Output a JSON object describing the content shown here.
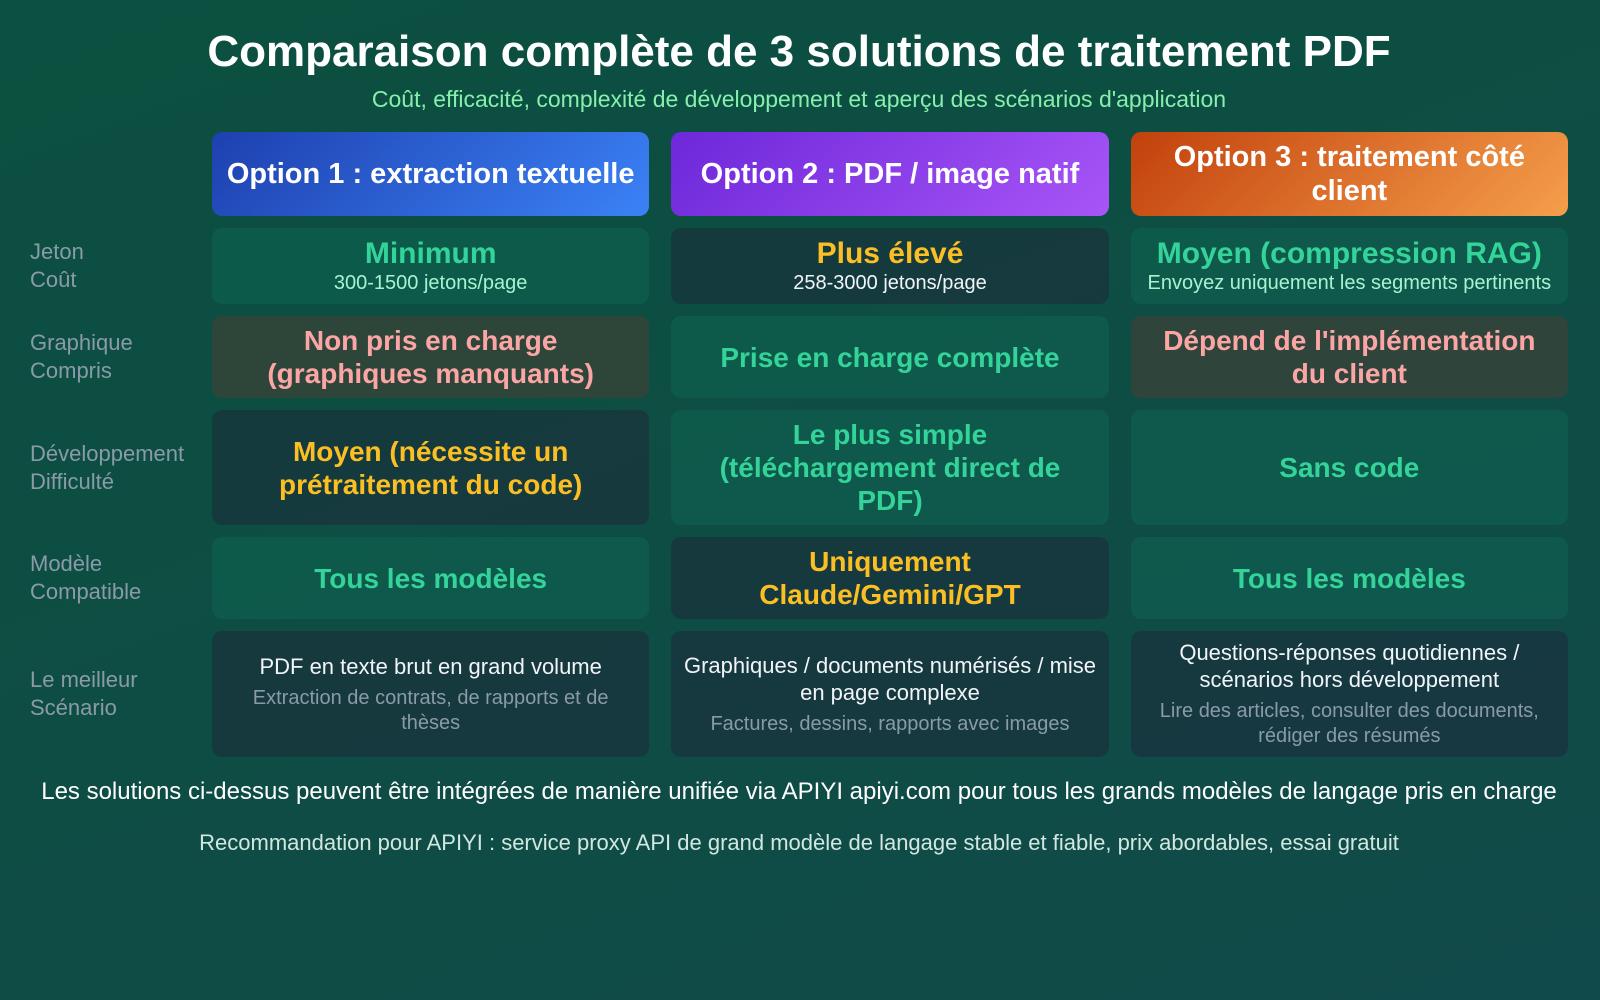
{
  "title": "Comparaison complète de 3 solutions de traitement PDF",
  "subtitle": "Coût, efficacité, complexité de développement et aperçu des scénarios d'application",
  "options": [
    {
      "label": "Option 1 : extraction textuelle",
      "gradient": [
        "#1e40af",
        "#3b82f6"
      ]
    },
    {
      "label": "Option 2 : PDF / image natif",
      "gradient": [
        "#6d28d9",
        "#a855f7"
      ]
    },
    {
      "label": "Option 3 : traitement côté client",
      "gradient": [
        "#c2410c",
        "#f59e4b"
      ]
    }
  ],
  "rows": [
    {
      "label": [
        "Jeton",
        "Coût"
      ],
      "cells": [
        {
          "main": "Minimum",
          "sub": "300-1500 jetons/page"
        },
        {
          "main": "Plus élevé",
          "sub": "258-3000 jetons/page"
        },
        {
          "main": "Moyen (compression RAG)",
          "sub": "Envoyez uniquement les segments pertinents"
        }
      ]
    },
    {
      "label": [
        "Graphique",
        "Compris"
      ],
      "cells": [
        {
          "main": "Non pris en charge (graphiques manquants)"
        },
        {
          "main": "Prise en charge complète"
        },
        {
          "main": "Dépend de l'implémentation du client"
        }
      ]
    },
    {
      "label": [
        "Développement",
        "Difficulté"
      ],
      "cells": [
        {
          "main": "Moyen (nécessite un prétraitement du code)"
        },
        {
          "main": "Le plus simple (téléchargement direct de PDF)"
        },
        {
          "main": "Sans code"
        }
      ]
    },
    {
      "label": [
        "Modèle",
        "Compatible"
      ],
      "cells": [
        {
          "main": "Tous les modèles"
        },
        {
          "main": "Uniquement Claude/Gemini/GPT"
        },
        {
          "main": "Tous les modèles"
        }
      ]
    },
    {
      "label": [
        "Le meilleur",
        "Scénario"
      ],
      "cells": [
        {
          "main": "PDF en texte brut en grand volume",
          "sub": "Extraction de contrats, de rapports et de thèses"
        },
        {
          "main": "Graphiques / documents numérisés / mise en page complexe",
          "sub": "Factures, dessins, rapports avec images"
        },
        {
          "main": "Questions-réponses quotidiennes / scénarios hors développement",
          "sub": "Lire des articles, consulter des documents, rédiger des résumés"
        }
      ]
    }
  ],
  "footer_note": "Les solutions ci-dessus peuvent être intégrées de manière unifiée via APIYI apiyi.com pour tous les grands modèles de langage pris en charge",
  "recommendation": "Recommandation pour APIYI : service proxy API de grand modèle de langage stable et fiable, prix abordables, essai gratuit"
}
